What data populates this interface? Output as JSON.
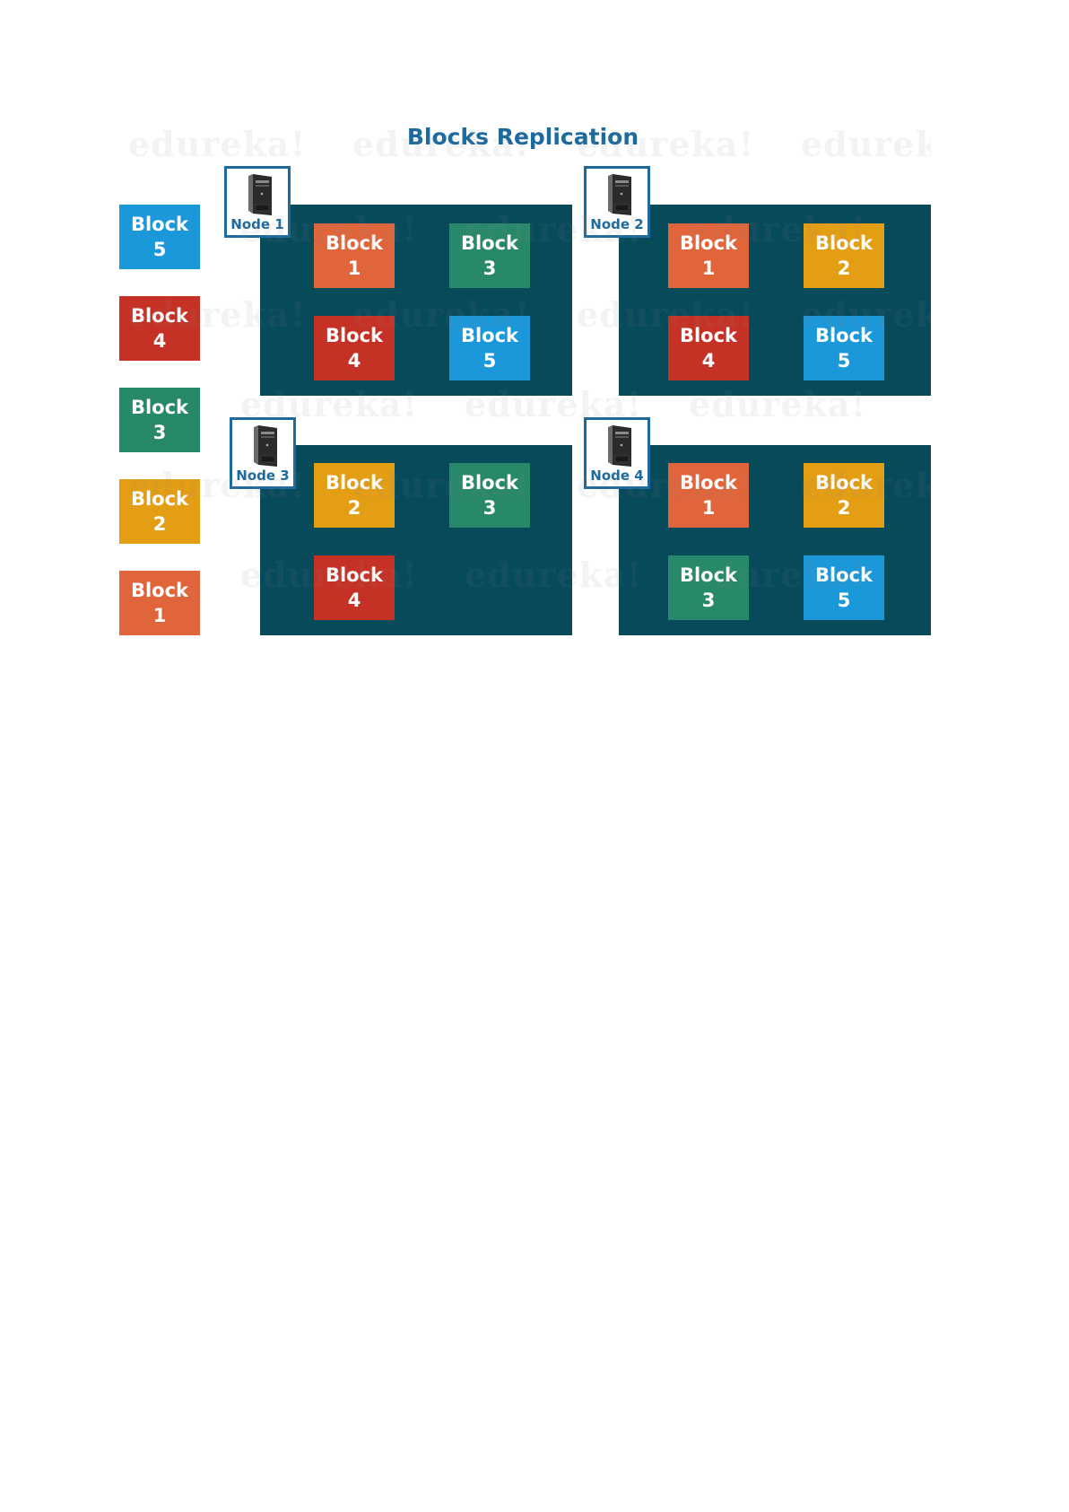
{
  "diagram": {
    "title": "Blocks Replication",
    "watermark_text": "edureka!",
    "colors": {
      "title": "#1d6a9e",
      "panel": "#074a5a",
      "node_border": "#1d6a9e",
      "block1": "#e0653a",
      "block2": "#e39e14",
      "block3": "#27886a",
      "block4": "#c53125",
      "block5": "#1b98d9"
    },
    "source_blocks": [
      {
        "label": "Block",
        "num": "5"
      },
      {
        "label": "Block",
        "num": "4"
      },
      {
        "label": "Block",
        "num": "3"
      },
      {
        "label": "Block",
        "num": "2"
      },
      {
        "label": "Block",
        "num": "1"
      }
    ],
    "nodes": [
      {
        "label": "Node 1",
        "icon": "server-tower-icon",
        "blocks": [
          {
            "label": "Block",
            "num": "1"
          },
          {
            "label": "Block",
            "num": "3"
          },
          {
            "label": "Block",
            "num": "4"
          },
          {
            "label": "Block",
            "num": "5"
          }
        ]
      },
      {
        "label": "Node 2",
        "icon": "server-tower-icon",
        "blocks": [
          {
            "label": "Block",
            "num": "1"
          },
          {
            "label": "Block",
            "num": "2"
          },
          {
            "label": "Block",
            "num": "4"
          },
          {
            "label": "Block",
            "num": "5"
          }
        ]
      },
      {
        "label": "Node 3",
        "icon": "server-tower-icon",
        "blocks": [
          {
            "label": "Block",
            "num": "2"
          },
          {
            "label": "Block",
            "num": "3"
          },
          {
            "label": "Block",
            "num": "4"
          }
        ]
      },
      {
        "label": "Node 4",
        "icon": "server-tower-icon",
        "blocks": [
          {
            "label": "Block",
            "num": "1"
          },
          {
            "label": "Block",
            "num": "2"
          },
          {
            "label": "Block",
            "num": "3"
          },
          {
            "label": "Block",
            "num": "5"
          }
        ]
      }
    ]
  }
}
